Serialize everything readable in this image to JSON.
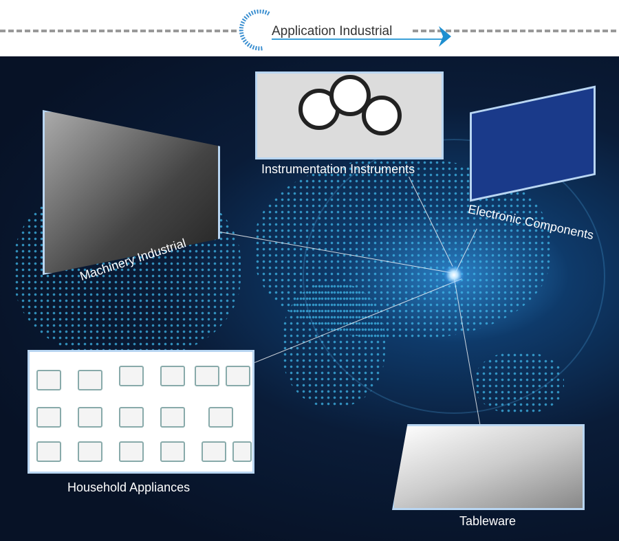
{
  "header": {
    "title": "Application Industrial"
  },
  "categories": [
    {
      "label": "Instrumentation Instruments"
    },
    {
      "label": "Electronic Components"
    },
    {
      "label": "Machinery Industrial"
    },
    {
      "label": "Household Appliances"
    },
    {
      "label": "Tableware"
    }
  ],
  "colors": {
    "accent": "#1e8fd0",
    "background": "#0a1c38"
  }
}
